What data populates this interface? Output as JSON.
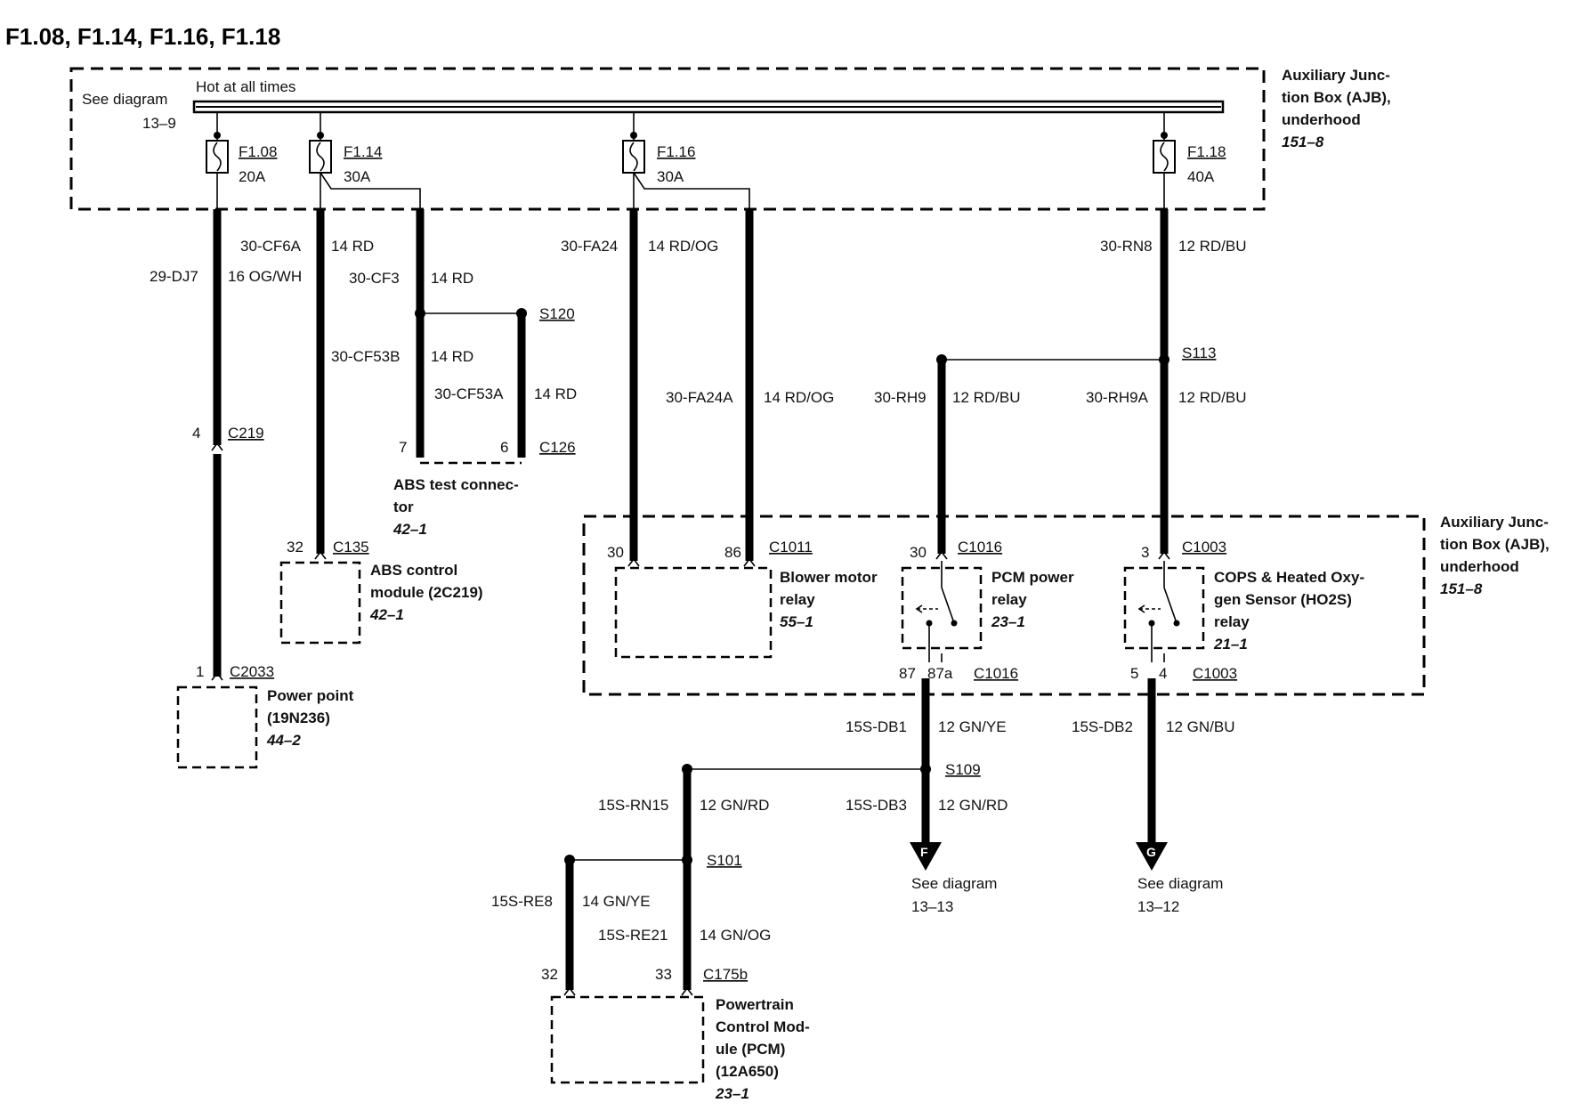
{
  "title": "F1.08, F1.14, F1.16, F1.18",
  "ajb_top": {
    "line1": "Auxiliary Junc-",
    "line2": "tion Box (AJB),",
    "line3": "underhood",
    "ref": "151–8"
  },
  "ajb_mid": {
    "line1": "Auxiliary Junc-",
    "line2": "tion Box (AJB),",
    "line3": "underhood",
    "ref": "151–8"
  },
  "bus": {
    "see": "See diagram",
    "see_ref": "13–9",
    "hot": "Hot at all times"
  },
  "fuses": [
    {
      "name": "F1.08",
      "rating": "20A"
    },
    {
      "name": "F1.14",
      "rating": "30A"
    },
    {
      "name": "F1.16",
      "rating": "30A"
    },
    {
      "name": "F1.18",
      "rating": "40A"
    }
  ],
  "wires": {
    "cf6a": {
      "id": "30-CF6A",
      "spec": "14 RD"
    },
    "dj7": {
      "id": "29-DJ7",
      "spec": "16 OG/WH"
    },
    "cf3": {
      "id": "30-CF3",
      "spec": "14 RD"
    },
    "cf53b": {
      "id": "30-CF53B",
      "spec": "14 RD"
    },
    "cf53a": {
      "id": "30-CF53A",
      "spec": "14 RD"
    },
    "fa24": {
      "id": "30-FA24",
      "spec": "14 RD/OG"
    },
    "fa24a": {
      "id": "30-FA24A",
      "spec": "14 RD/OG"
    },
    "rn8": {
      "id": "30-RN8",
      "spec": "12 RD/BU"
    },
    "rh9": {
      "id": "30-RH9",
      "spec": "12 RD/BU"
    },
    "rh9a": {
      "id": "30-RH9A",
      "spec": "12 RD/BU"
    },
    "db1": {
      "id": "15S-DB1",
      "spec": "12 GN/YE"
    },
    "db2": {
      "id": "15S-DB2",
      "spec": "12 GN/BU"
    },
    "db3": {
      "id": "15S-DB3",
      "spec": "12 GN/RD"
    },
    "rn15": {
      "id": "15S-RN15",
      "spec": "12 GN/RD"
    },
    "re8": {
      "id": "15S-RE8",
      "spec": "14 GN/YE"
    },
    "re21": {
      "id": "15S-RE21",
      "spec": "14 GN/OG"
    }
  },
  "splices": {
    "s120": "S120",
    "s113": "S113",
    "s109": "S109",
    "s101": "S101"
  },
  "connectors": {
    "c219": {
      "name": "C219",
      "pin": "4"
    },
    "c126": {
      "name": "C126",
      "pin_a": "7",
      "pin_b": "6"
    },
    "c135": {
      "name": "C135",
      "pin": "32"
    },
    "c2033": {
      "name": "C2033",
      "pin": "1"
    },
    "c1011": {
      "name": "C1011",
      "pin_a": "30",
      "pin_b": "86"
    },
    "c1016_top": {
      "name": "C1016",
      "pin": "30"
    },
    "c1016_bot": {
      "name": "C1016",
      "pin_a": "87",
      "pin_b": "87a"
    },
    "c1003_top": {
      "name": "C1003",
      "pin": "3"
    },
    "c1003_bot": {
      "name": "C1003",
      "pin_a": "5",
      "pin_b": "4"
    },
    "c175b": {
      "name": "C175b",
      "pin_a": "32",
      "pin_b": "33"
    }
  },
  "components": {
    "abs_test": {
      "line1": "ABS test connec-",
      "line2": "tor",
      "ref": "42–1"
    },
    "abs_module": {
      "line1": "ABS control",
      "line2": "module (2C219)",
      "ref": "42–1"
    },
    "power_point": {
      "line1": "Power point",
      "line2": "(19N236)",
      "ref": "44–2"
    },
    "blower": {
      "line1": "Blower motor",
      "line2": "relay",
      "ref": "55–1"
    },
    "pcm_relay": {
      "line1": "PCM power",
      "line2": "relay",
      "ref": "23–1"
    },
    "cops": {
      "line1": "COPS & Heated Oxy-",
      "line2": "gen Sensor (HO2S)",
      "line3": "relay",
      "ref": "21–1"
    },
    "pcm": {
      "line1": "Powertrain",
      "line2": "Control Mod-",
      "line3": "ule (PCM)",
      "line4": "(12A650)",
      "ref": "23–1"
    }
  },
  "offpage": {
    "f": {
      "letter": "F",
      "see": "See diagram",
      "ref": "13–13"
    },
    "g": {
      "letter": "G",
      "see": "See diagram",
      "ref": "13–12"
    }
  }
}
